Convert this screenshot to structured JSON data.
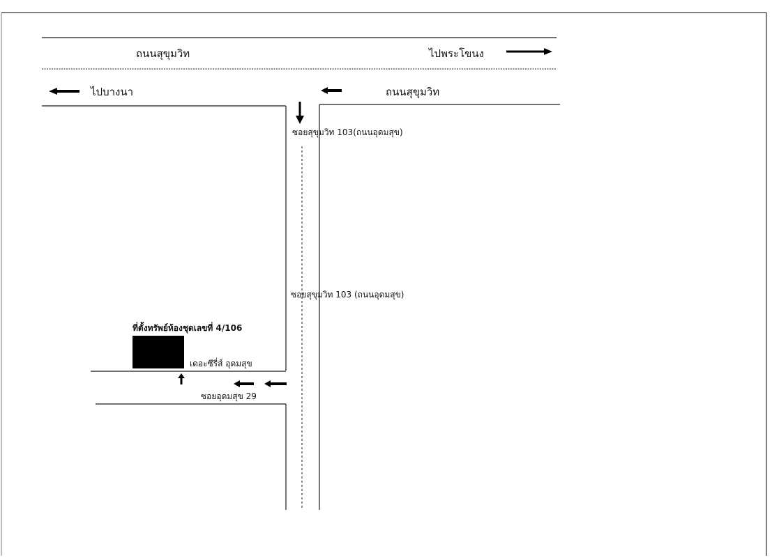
{
  "map": {
    "top_road_name": "ถนนสุขุมวิท",
    "to_phra_khanong": "ไปพระโขนง",
    "to_bang_na": "ไปบางนา",
    "second_road_name": "ถนนสุขุมวิท",
    "soi_103_label_top": "ซอยสุขุมวิท 103(ถนนอุดมสุข)",
    "soi_103_label_mid": "ซอยสุขุมวิท 103 (ถนนอุดมสุข)",
    "property_location_label": "ที่ตั้งทรัพย์ห้องชุดเลขที่ 4/106",
    "building_name": "เดอะซีรี่ส์ อุดมสุข",
    "soi_udomsuk_29": "ซอยอุดมสุข 29"
  },
  "colors": {
    "line": "#1a1a1a",
    "property_block": "#000000",
    "frame": "#555555"
  }
}
